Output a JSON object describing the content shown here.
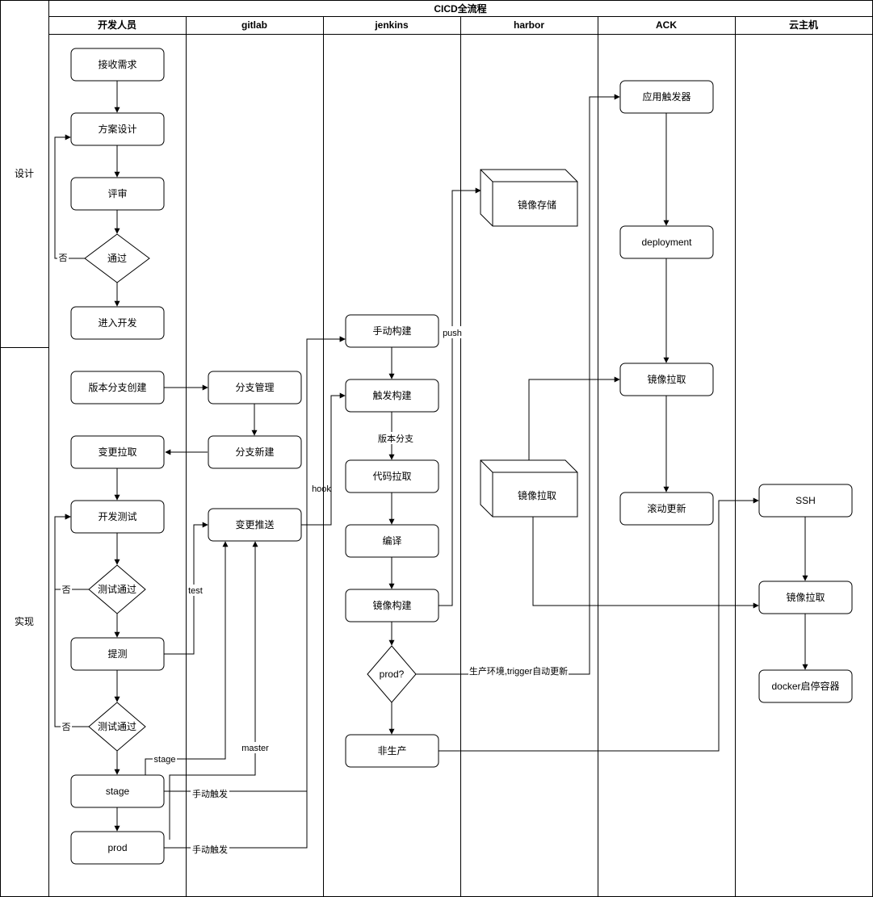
{
  "title": "CICD全流程",
  "phases": [
    "设计",
    "实现"
  ],
  "lanes": [
    "开发人员",
    "gitlab",
    "jenkins",
    "harbor",
    "ACK",
    "云主机"
  ],
  "nodes": {
    "dev_receive": "接收需求",
    "dev_design": "方案设计",
    "dev_review": "评审",
    "dev_pass": "通过",
    "dev_enter": "进入开发",
    "dev_branch_create": "版本分支创建",
    "dev_pull": "变更拉取",
    "dev_test": "开发测试",
    "dev_test_pass1": "测试通过",
    "dev_submit": "提测",
    "dev_test_pass2": "测试通过",
    "dev_stage": "stage",
    "dev_prod": "prod",
    "git_branch_mgmt": "分支管理",
    "git_branch_new": "分支新建",
    "git_push": "变更推送",
    "jk_manual": "手动构建",
    "jk_trigger": "触发构建",
    "jk_code_pull": "代码拉取",
    "jk_compile": "编译",
    "jk_image_build": "镜像构建",
    "jk_prod": "prod?",
    "jk_nonprod": "非生产",
    "hb_store": "镜像存储",
    "hb_pull": "镜像拉取",
    "ack_trigger": "应用触发器",
    "ack_deploy": "deployment",
    "ack_pull": "镜像拉取",
    "ack_rolling": "滚动更新",
    "vm_ssh": "SSH",
    "vm_pull": "镜像拉取",
    "vm_docker": "docker启停容器"
  },
  "edge_labels": {
    "no1": "否",
    "no2": "否",
    "no3": "否",
    "version_branch": "版本分支",
    "push": "push",
    "hook": "hook",
    "test": "test",
    "stage": "stage",
    "master": "master",
    "manual1": "手动触发",
    "manual2": "手动触发",
    "prod_env": "生产环境,trigger自动更新"
  }
}
